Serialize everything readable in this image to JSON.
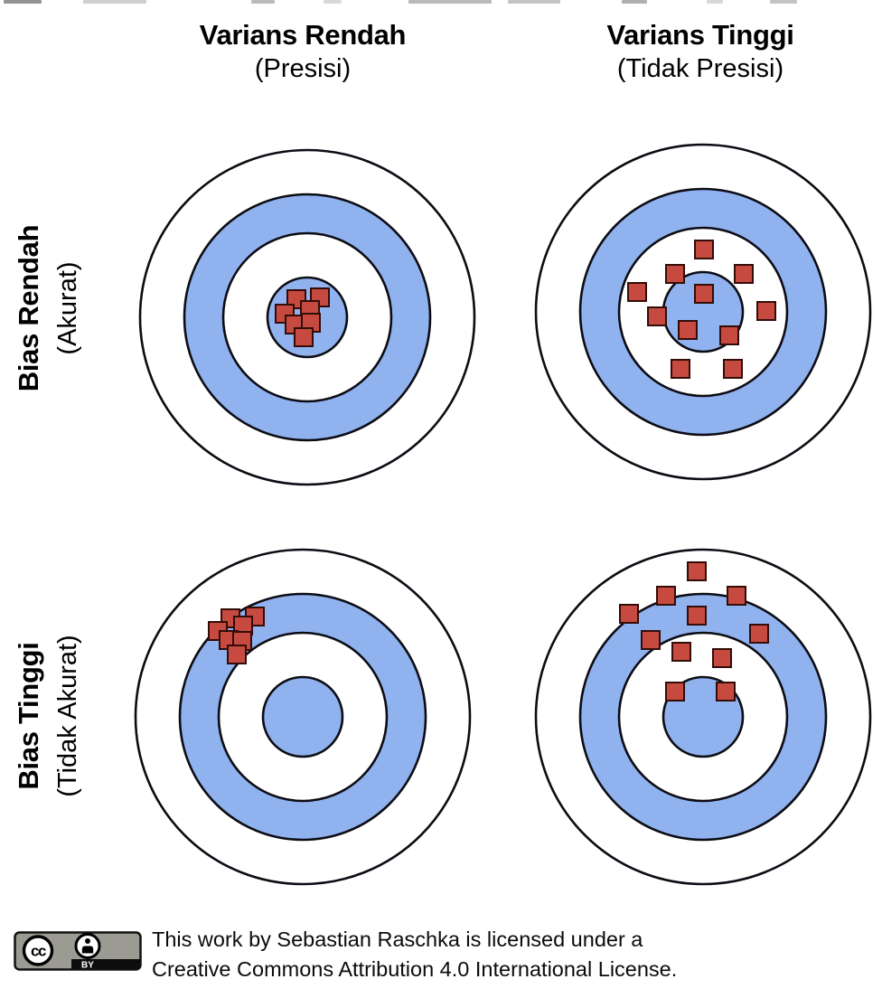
{
  "figure": {
    "column_headers": [
      {
        "title": "Varians Rendah",
        "subtitle": "(Presisi)"
      },
      {
        "title": "Varians Tinggi",
        "subtitle": "(Tidak Presisi)"
      }
    ],
    "row_headers": [
      {
        "title": "Bias Rendah",
        "subtitle": "(Akurat)"
      },
      {
        "title": "Bias Tinggi",
        "subtitle": "(Tidak Akurat)"
      }
    ]
  },
  "colors": {
    "background": "#ffffff",
    "outline": "#0c0c14",
    "target_blue": "#90b2ee",
    "target_white": "#ffffff",
    "hit_fill": "#c64a40",
    "hit_outline": "#330d08",
    "badge_gray": "#9b9b93",
    "badge_black": "#0d0d0d",
    "text": "#000000"
  },
  "target_geometry": {
    "ring_radii": [
      185,
      136,
      93,
      44
    ],
    "ring_fills": [
      "white",
      "blue",
      "white",
      "blue"
    ],
    "ring_stroke": 2.6,
    "hit_size": 20,
    "hit_stroke": 2
  },
  "targets": [
    {
      "name": "bias-rendah-varians-rendah",
      "hits": [
        [
          -12,
          -20
        ],
        [
          14,
          -22
        ],
        [
          -25,
          -4
        ],
        [
          3,
          -8
        ],
        [
          -14,
          8
        ],
        [
          4,
          6
        ],
        [
          -4,
          22
        ]
      ]
    },
    {
      "name": "bias-rendah-varians-tinggi",
      "hits": [
        [
          1,
          -69
        ],
        [
          -31,
          -42
        ],
        [
          45,
          -42
        ],
        [
          -73,
          -22
        ],
        [
          1,
          -20
        ],
        [
          -51,
          5
        ],
        [
          70,
          -1
        ],
        [
          -17,
          20
        ],
        [
          29,
          26
        ],
        [
          -25,
          63
        ],
        [
          33,
          63
        ]
      ]
    },
    {
      "name": "bias-tinggi-varians-rendah",
      "hits": [
        [
          -80,
          -109
        ],
        [
          -53,
          -111
        ],
        [
          -94,
          -95
        ],
        [
          -66,
          -101
        ],
        [
          -82,
          -85
        ],
        [
          -67,
          -84
        ],
        [
          -73,
          -69
        ]
      ]
    },
    {
      "name": "bias-tinggi-varians-tinggi",
      "hits": [
        [
          -7,
          -161
        ],
        [
          -41,
          -134
        ],
        [
          37,
          -134
        ],
        [
          -82,
          -114
        ],
        [
          -7,
          -112
        ],
        [
          62,
          -92
        ],
        [
          -58,
          -85
        ],
        [
          -24,
          -72
        ],
        [
          21,
          -65
        ],
        [
          -31,
          -28
        ],
        [
          25,
          -28
        ]
      ]
    }
  ],
  "footer": {
    "badge": {
      "cc_label": "cc",
      "by_label": "BY"
    },
    "license_line1": "This work by Sebastian Raschka is licensed under a",
    "license_line2": "Creative Commons Attribution 4.0 International License."
  }
}
